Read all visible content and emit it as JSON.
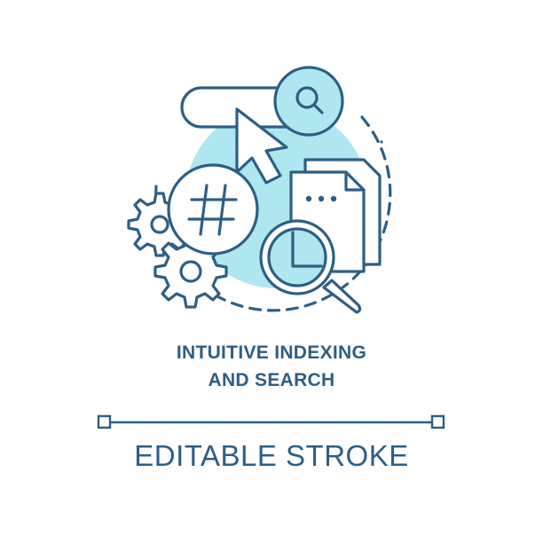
{
  "title": {
    "line1": "INTUITIVE INDEXING",
    "line2": "AND SEARCH"
  },
  "footer": {
    "label": "EDITABLE STROKE"
  },
  "icons": {
    "search_bar": "search-bar-icon",
    "magnifier": "magnifier-icon",
    "cursor": "cursor-arrow-icon",
    "hashtag": "hashtag-icon",
    "gears": "gears-icon",
    "document": "document-icon",
    "chart_magnifier": "chart-magnifier-icon"
  },
  "colors": {
    "stroke": "#2e5e84",
    "fill": "#aee7ef",
    "text": "#2e5e84",
    "background": "#ffffff"
  }
}
